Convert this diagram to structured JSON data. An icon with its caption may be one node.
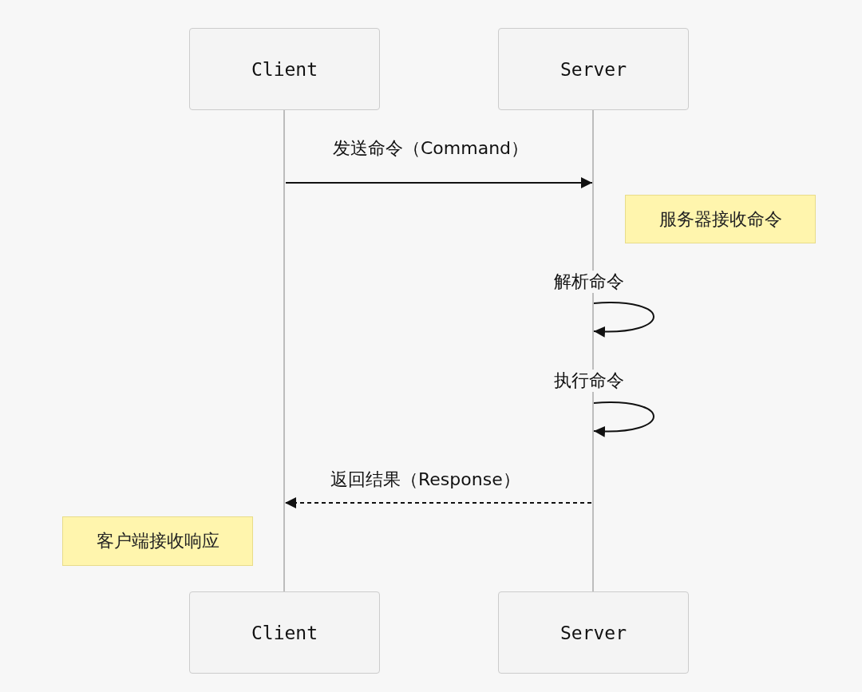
{
  "diagram": {
    "nodes": [
      {
        "text": [
          "Client"
        ]
      },
      {
        "text": [
          "Server"
        ]
      },
      {
        "text": [],
        "shape": "bar"
      },
      {
        "text": [],
        "shape": "bar"
      },
      {
        "text": [
          "服务器接收命令"
        ]
      },
      {
        "text": [
          "客户端接收响应"
        ]
      },
      {
        "text": [
          "Client"
        ]
      },
      {
        "text": [
          "Server"
        ]
      }
    ],
    "edges": [
      {
        "from": 2,
        "to": 3,
        "arrow": "to",
        "label": "发送命令（Command）"
      },
      {
        "from": 3,
        "to": 3,
        "arrow": "to",
        "label": "解析命令"
      },
      {
        "from": 3,
        "to": 3,
        "arrow": "to",
        "label": "执行命令"
      },
      {
        "from": 3,
        "to": 2,
        "arrow": "to",
        "label": "返回结果（Response）",
        "style": "dashed"
      }
    ]
  }
}
